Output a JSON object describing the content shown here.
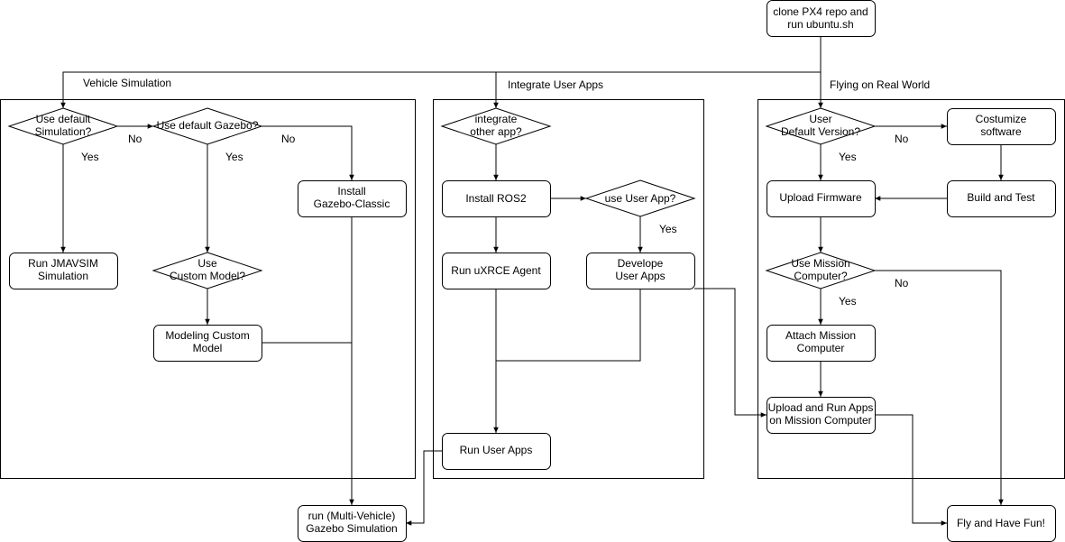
{
  "colors": {
    "stroke": "#000000",
    "background": "#ffffff",
    "text": "#000000"
  },
  "start": {
    "line1": "clone PX4 repo and",
    "line2": "run ubuntu.sh"
  },
  "sections": {
    "sim": "Vehicle Simulation",
    "apps": "Integrate User Apps",
    "real": "Flying on Real World"
  },
  "sim": {
    "use_default_sim": {
      "line1": "Use default",
      "line2": "Simulation?"
    },
    "use_default_gazebo": "Use default Gazebo?",
    "install_gazebo": {
      "line1": "Install",
      "line2": "Gazebo-Classic"
    },
    "run_jmavsim": {
      "line1": "Run JMAVSIM",
      "line2": "Simulation"
    },
    "use_custom_model": {
      "line1": "Use",
      "line2": "Custom Model?"
    },
    "modeling_custom": {
      "line1": "Modeling Custom",
      "line2": "Model"
    }
  },
  "apps": {
    "integrate_other": {
      "line1": "integrate",
      "line2": "other app?"
    },
    "install_ros2": "Install ROS2",
    "use_user_app": "use User App?",
    "run_uxrce": "Run uXRCE Agent",
    "develope_apps": {
      "line1": "Develope",
      "line2": "User Apps"
    },
    "run_user_apps": "Run User Apps"
  },
  "real": {
    "user_default_version": {
      "line1": "User",
      "line2": "Default Version?"
    },
    "customize": {
      "line1": "Costumize",
      "line2": "software"
    },
    "upload_firmware": "Upload Firmware",
    "build_test": "Build and Test",
    "use_mission_computer": {
      "line1": "Use Mission",
      "line2": "Computer?"
    },
    "attach_mission": {
      "line1": "Attach Mission",
      "line2": "Computer"
    },
    "upload_run_apps": {
      "line1": "Upload and Run Apps",
      "line2": "on Mission Computer"
    }
  },
  "final": {
    "gazebo_sim": {
      "line1": "run (Multi-Vehicle)",
      "line2": "Gazebo Simulation"
    },
    "fly": "Fly and Have Fun!"
  },
  "edge_labels": {
    "sim_default_no": "No",
    "sim_default_yes": "Yes",
    "gazebo_no": "No",
    "gazebo_yes": "Yes",
    "user_app_yes": "Yes",
    "version_no": "No",
    "version_yes": "Yes",
    "mission_no": "No",
    "mission_yes": "Yes"
  }
}
